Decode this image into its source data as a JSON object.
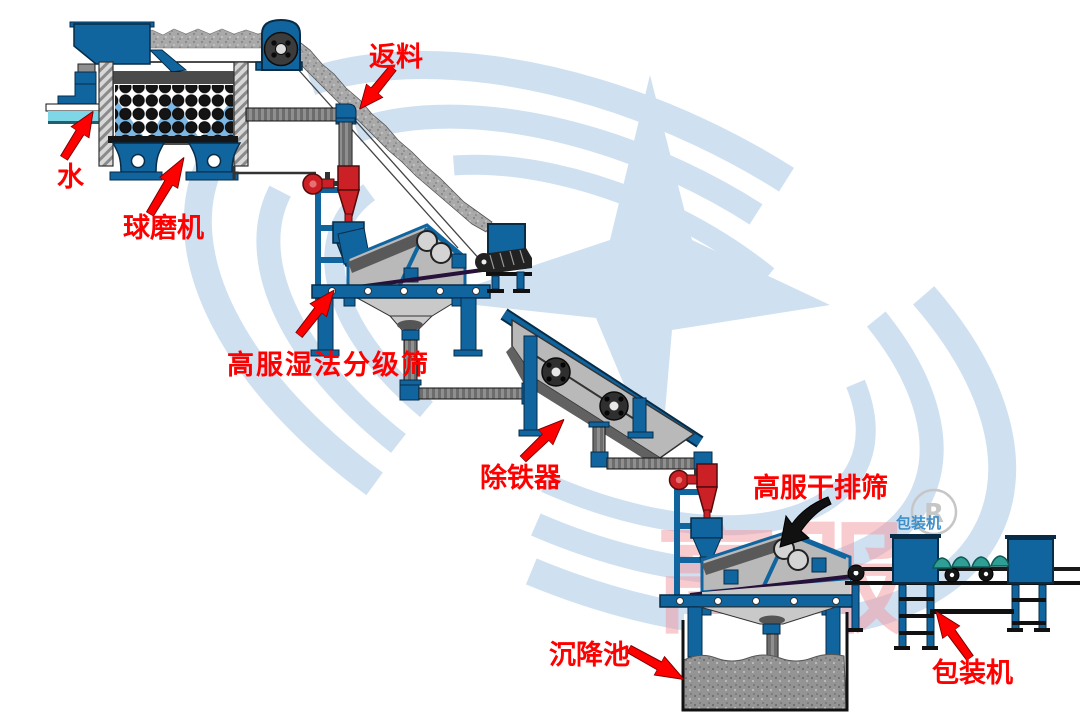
{
  "labels": {
    "water": "水",
    "ball_mill": "球磨机",
    "return_material": "返料",
    "wet_screen": "高服湿法分级筛",
    "iron_remover": "除铁器",
    "dry_screen": "高服干排筛",
    "settling_pond": "沉降池",
    "packing_machine": "包装机",
    "packing_machine_secondary": "包装机",
    "registered_mark": "R",
    "watermark_brand": "高服"
  },
  "colors": {
    "label_red": "#ff0000",
    "label_blue": "#3d8fc9",
    "equipment_blue": "#11659f",
    "cyclone_red": "#cb2026",
    "water_cyan": "#7fd6e6",
    "bag_teal": "#2f9f96",
    "pipe_gray": "#8f8f8f",
    "watermark_blue": "#cfe0f1",
    "watermark_pink": "#f3989e",
    "registered_gray": "#c6c6c6",
    "arrow_black": "#111111"
  }
}
